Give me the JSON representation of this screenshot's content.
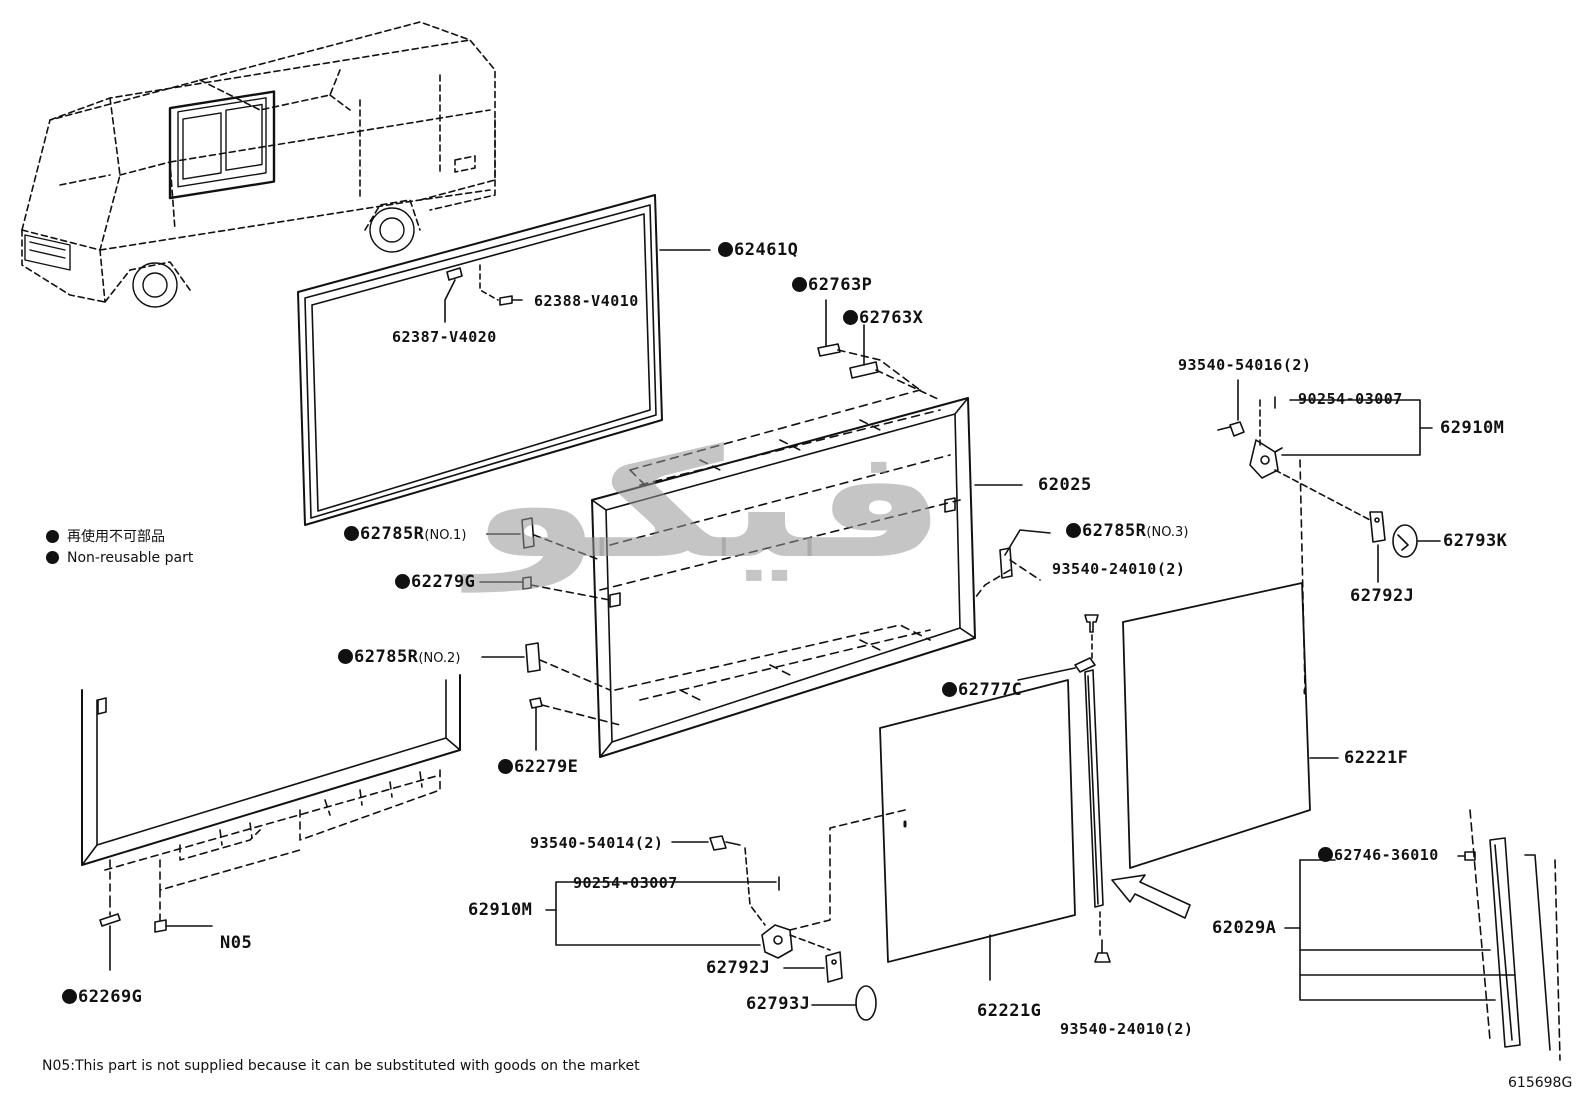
{
  "legend": {
    "line1": "再使用不可部品",
    "line2": "Non-reusable part"
  },
  "footnote": "N05:This part is not supplied because it can be substituted with goods on the market",
  "figure_number": "615698G",
  "watermark": "ﻓﯿﻜﻮ",
  "parts": {
    "p62461Q": "62461Q",
    "p62388": "62388-V4010",
    "p62387": "62387-V4020",
    "p62763P": "62763P",
    "p62763X": "62763X",
    "p62025": "62025",
    "p62785R1": "62785R",
    "p62785R1_note": "(NO.1)",
    "p62785R3": "62785R",
    "p62785R3_note": "(NO.3)",
    "p62279G": "62279G",
    "p62785R2": "62785R",
    "p62785R2_note": "(NO.2)",
    "p62279E": "62279E",
    "p93540_54016": "93540-54016(2)",
    "p90254_top": "90254-03007",
    "p62910M_top": "62910M",
    "p62793K": "62793K",
    "p62792J_top": "62792J",
    "p93540_24010_top": "93540-24010(2)",
    "p62777C": "62777C",
    "p62221F": "62221F",
    "p62746": "62746-36010",
    "p62029A": "62029A",
    "p93540_24010_bot": "93540-24010(2)",
    "p62221G": "62221G",
    "p93540_54014": "93540-54014(2)",
    "p90254_bot": "90254-03007",
    "p62910M_bot": "62910M",
    "p62792J_bot": "62792J",
    "p62793J": "62793J",
    "pN05": "N05",
    "p62269G": "62269G"
  }
}
